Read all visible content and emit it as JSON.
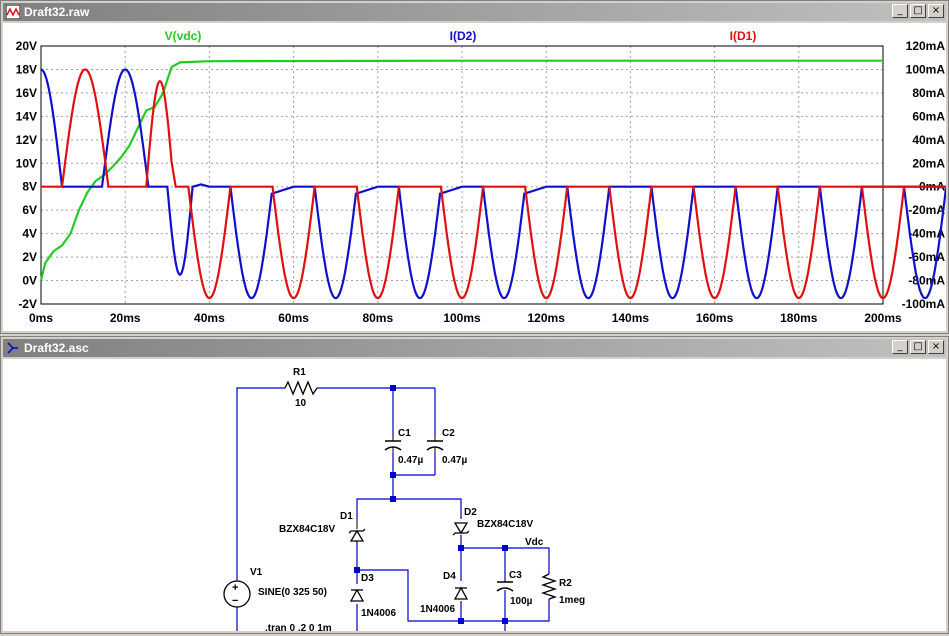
{
  "waveform_window": {
    "title": "Draft32.raw",
    "traces": [
      {
        "name": "V(vdc)",
        "color": "#22cc22"
      },
      {
        "name": "I(D2)",
        "color": "#1010cc"
      },
      {
        "name": "I(D1)",
        "color": "#e01010"
      }
    ],
    "left_axis_labels": [
      "20V",
      "18V",
      "16V",
      "14V",
      "12V",
      "10V",
      "8V",
      "6V",
      "4V",
      "2V",
      "0V",
      "-2V"
    ],
    "right_axis_labels": [
      "120mA",
      "100mA",
      "80mA",
      "60mA",
      "40mA",
      "20mA",
      "0mA",
      "-20mA",
      "-40mA",
      "-60mA",
      "-80mA",
      "-100mA"
    ],
    "x_axis_labels": [
      "0ms",
      "20ms",
      "40ms",
      "60ms",
      "80ms",
      "100ms",
      "120ms",
      "140ms",
      "160ms",
      "180ms",
      "200ms"
    ]
  },
  "schematic_window": {
    "title": "Draft32.asc",
    "labels": {
      "r1_name": "R1",
      "r1_value": "10",
      "c1_name": "C1",
      "c1_value": "0.47µ",
      "c2_name": "C2",
      "c2_value": "0.47µ",
      "d1_name": "D1",
      "d1_model": "BZX84C18V",
      "d2_name": "D2",
      "d2_model": "BZX84C18V",
      "d3_name": "D3",
      "d3_model": "1N4006",
      "d4_name": "D4",
      "d4_model": "1N4006",
      "c3_name": "C3",
      "c3_value": "100µ",
      "r2_name": "R2",
      "r2_value": "1meg",
      "v1_name": "V1",
      "v1_value": "SINE(0 325 50)",
      "net_vdc": "Vdc",
      "directive": ".tran 0 .2 0 1m",
      "v1_plus": "+",
      "v1_minus": "−"
    }
  },
  "title_buttons": {
    "minimize": "_",
    "maximize": "□",
    "close": "×"
  },
  "colors": {
    "grid": "#a0a0a0",
    "wire": "#0000cc",
    "node": "#0000cc",
    "component": "#000000"
  }
}
